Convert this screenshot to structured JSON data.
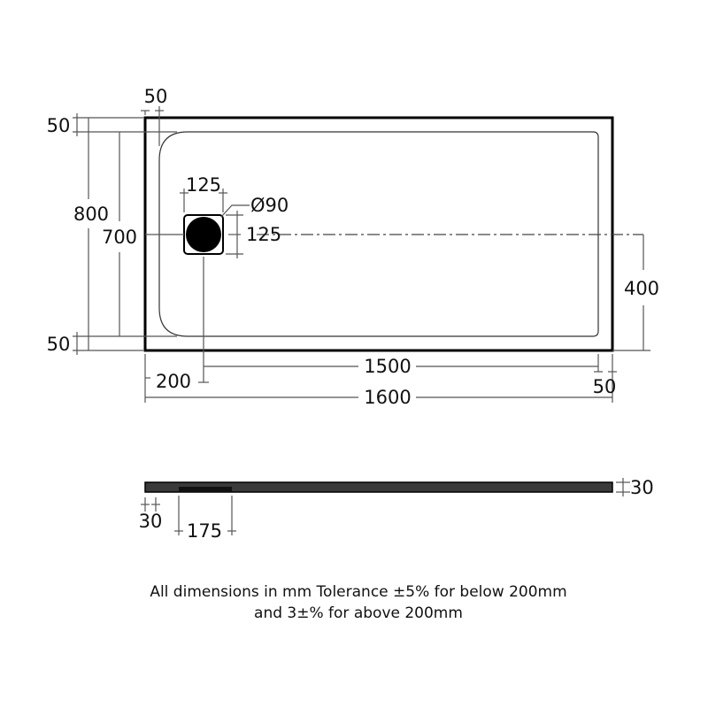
{
  "plan_dimensions": {
    "top_margin_x": "50",
    "top_margin_y": "50",
    "overall_width": "800",
    "inner_width": "700",
    "bottom_margin": "50",
    "waste_from_side": "400",
    "waste_offset": "200",
    "inner_length": "1500",
    "end_margin": "50",
    "overall_length": "1600",
    "waste_square_width": "125",
    "waste_square_height": "125",
    "waste_diameter": "Ø90"
  },
  "side_dimensions": {
    "height_right": "30",
    "height_left": "30",
    "channel_width": "175"
  },
  "note": {
    "line1": "All dimensions in mm Tolerance ±5% for below 200mm",
    "line2": "and 3±% for above 200mm"
  },
  "colors": {
    "outline": "#000000",
    "dimension_line": "#555555"
  }
}
